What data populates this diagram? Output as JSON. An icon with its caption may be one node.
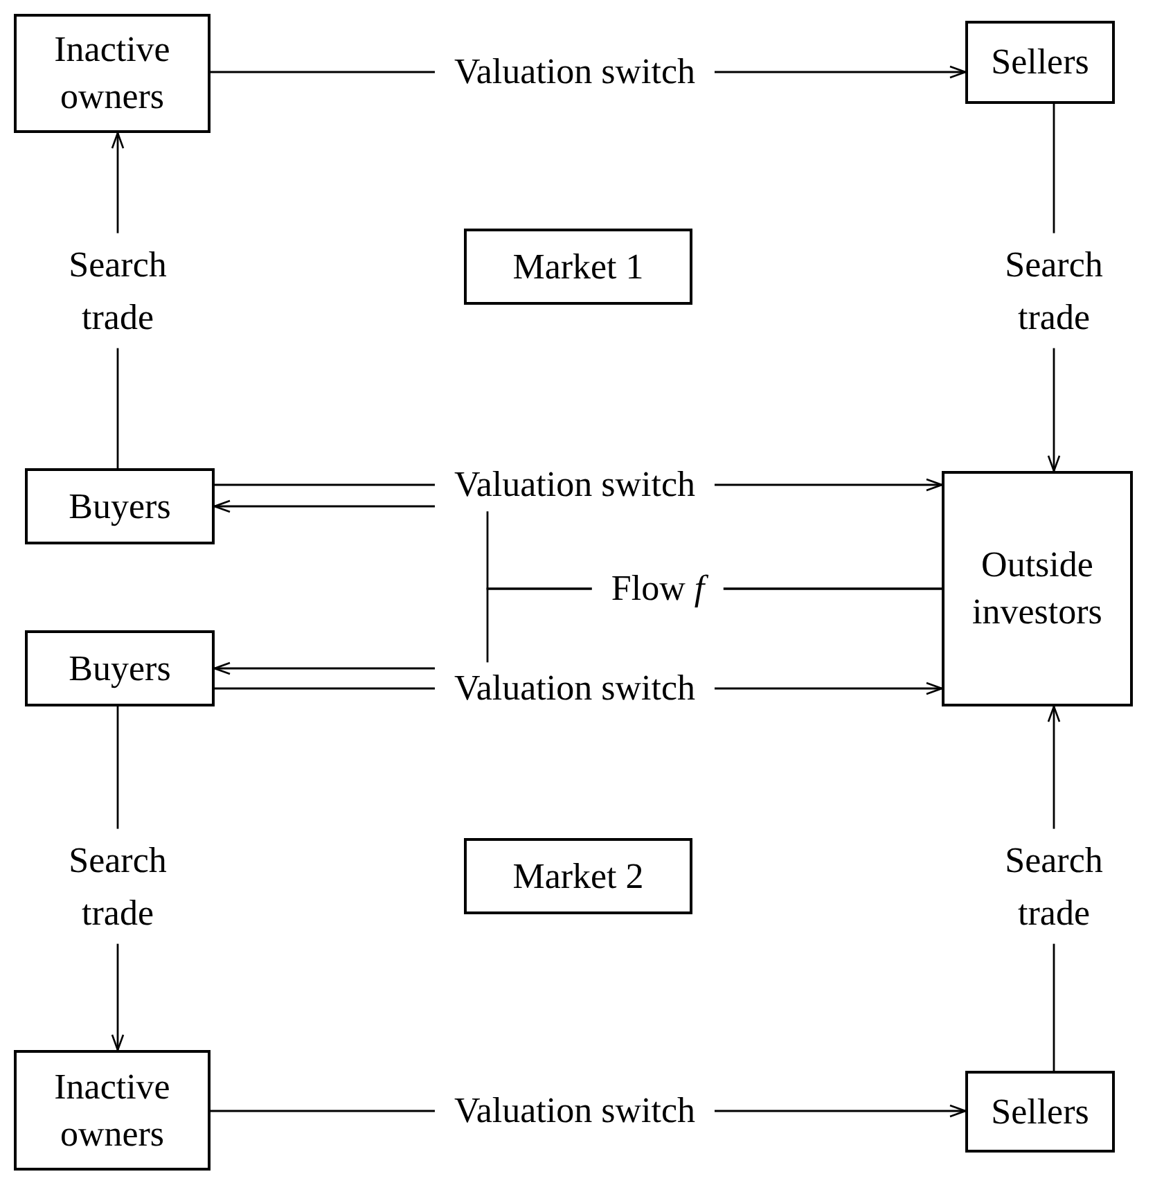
{
  "diagram": {
    "nodes": [
      {
        "text": [
          "Inactive owners"
        ]
      },
      {
        "text": [
          "Sellers"
        ]
      },
      {
        "text": [
          "Market 1"
        ]
      },
      {
        "text": [
          "Buyers"
        ]
      },
      {
        "text": [
          "Outside investors"
        ]
      },
      {
        "text": [
          "Buyers"
        ]
      },
      {
        "text": [
          "Market 2"
        ]
      },
      {
        "text": [
          "Inactive owners"
        ]
      },
      {
        "text": [
          "Sellers"
        ]
      }
    ],
    "edges": [
      {
        "from": 0,
        "to": 1,
        "arrow": "to",
        "label": "Valuation switch"
      },
      {
        "from": 3,
        "to": 0,
        "arrow": "to",
        "label": "Search trade"
      },
      {
        "from": 1,
        "to": 4,
        "arrow": "to",
        "label": "Search trade"
      },
      {
        "from": 3,
        "to": 4,
        "arrow": "to",
        "label": "Valuation switch"
      },
      {
        "from": 4,
        "to": 3,
        "arrow": "to",
        "label": "Flow *f*"
      },
      {
        "from": 4,
        "to": 5,
        "arrow": "to"
      },
      {
        "from": 5,
        "to": 4,
        "arrow": "to",
        "label": "Valuation switch"
      },
      {
        "from": 5,
        "to": 7,
        "arrow": "to",
        "label": "Search trade"
      },
      {
        "from": 8,
        "to": 4,
        "arrow": "to",
        "label": "Search trade"
      },
      {
        "from": 7,
        "to": 8,
        "arrow": "to",
        "label": "Valuation switch"
      }
    ]
  }
}
